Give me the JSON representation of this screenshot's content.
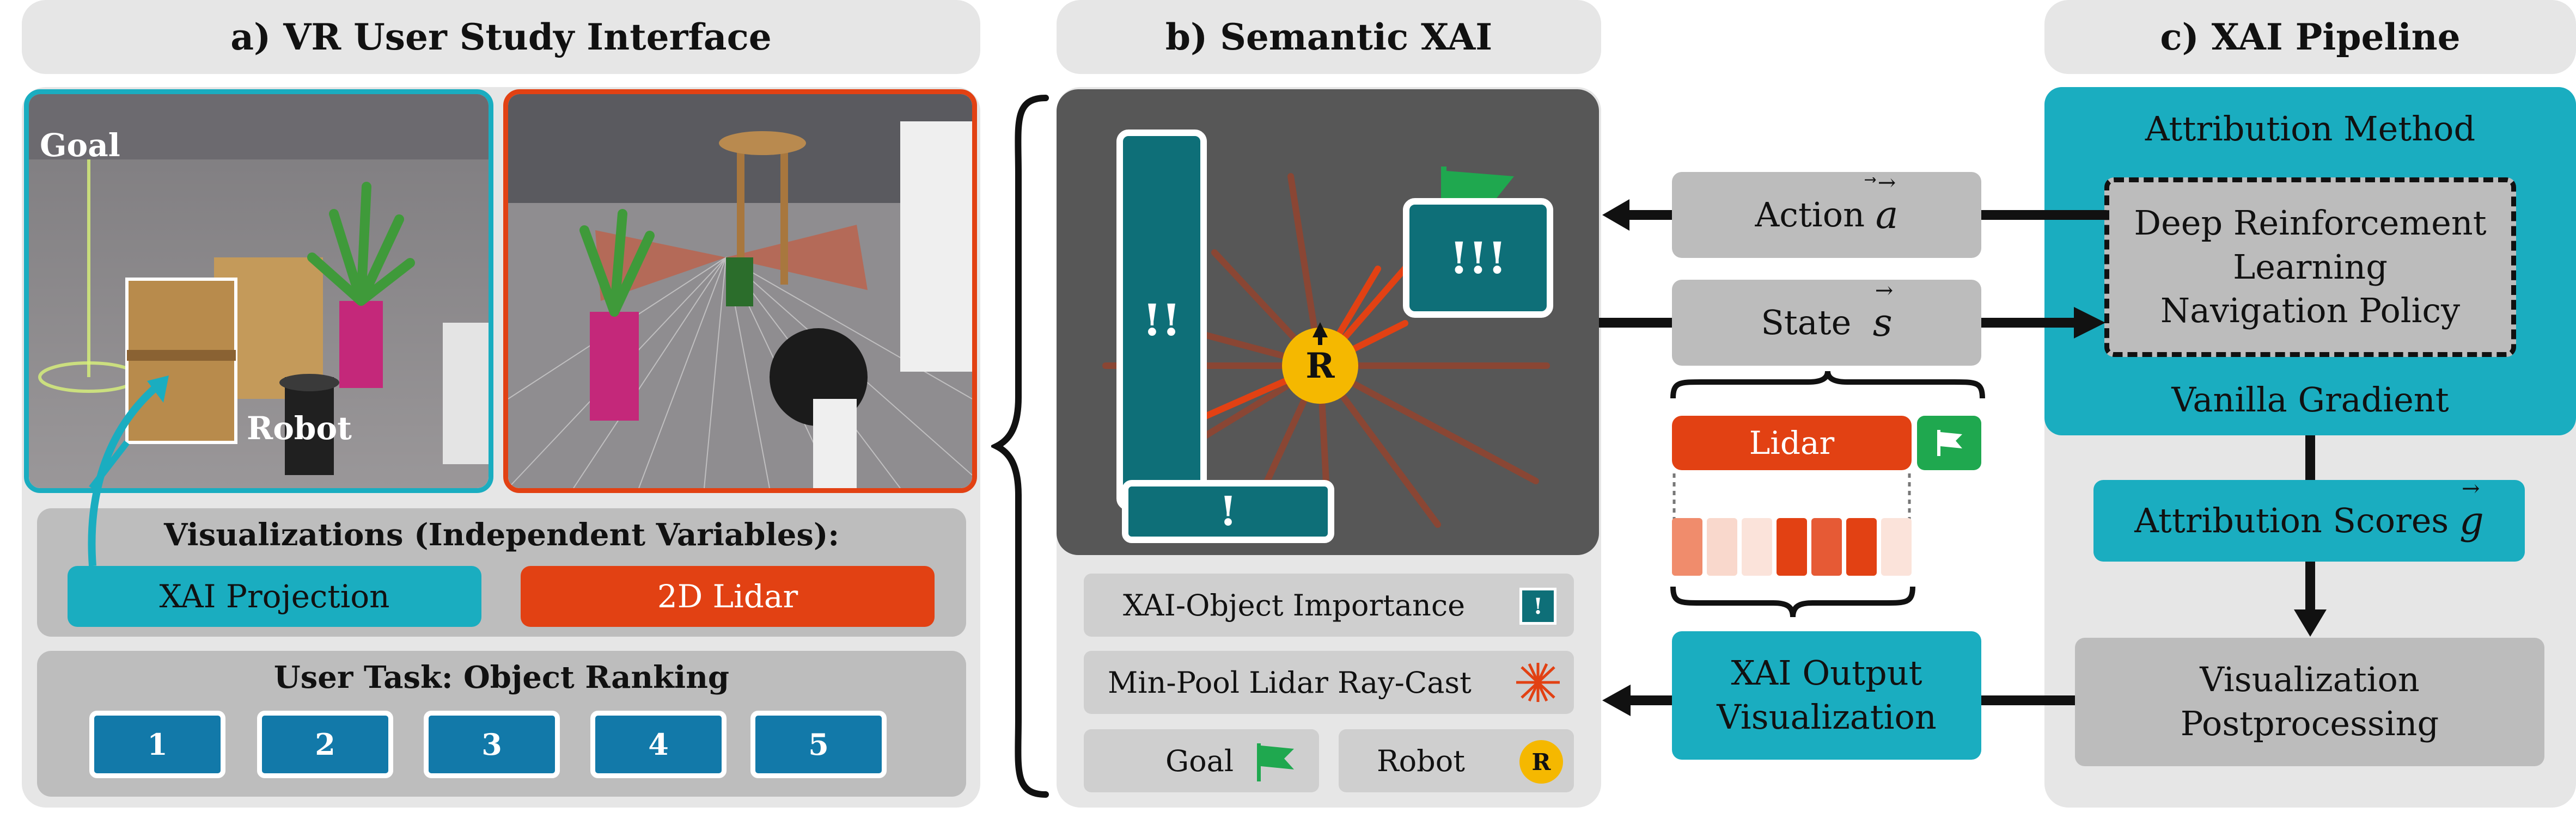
{
  "panels": {
    "a_title": "a) VR User Study Interface",
    "b_title": "b) Semantic XAI",
    "c_title": "c) XAI Pipeline"
  },
  "vr": {
    "goal_label": "Goal",
    "robot_label": "Robot",
    "vis_heading": "Visualizations (Independent Variables):",
    "xai_projection": "XAI Projection",
    "lidar_2d": "2D Lidar",
    "task_heading": "User Task: Object Ranking",
    "ranks": [
      "1",
      "2",
      "3",
      "4",
      "5"
    ]
  },
  "semantic": {
    "importance_high": "!!!",
    "importance_mid": "!!",
    "importance_low": "!",
    "robot_glyph": "R",
    "legend": {
      "object_importance": "XAI-Object Importance",
      "object_importance_icon": "!",
      "min_pool": "Min-Pool Lidar Ray-Cast",
      "goal": "Goal",
      "robot": "Robot",
      "robot_icon": "R"
    }
  },
  "middle": {
    "action_label": "Action",
    "action_symbol": "a",
    "state_label": "State",
    "state_symbol": "s",
    "lidar_label": "Lidar",
    "output_line1": "XAI Output",
    "output_line2": "Visualization",
    "lidar_cells": [
      "#f08c6c",
      "#f9d8cc",
      "#fbe3da",
      "#e24113",
      "#e65a35",
      "#e24113",
      "#fbe3da"
    ]
  },
  "pipeline": {
    "attribution_method": "Attribution Method",
    "policy_line1": "Deep Reinforcement",
    "policy_line2": "Learning",
    "policy_line3": "Navigation Policy",
    "vanilla_gradient": "Vanilla Gradient",
    "scores_label": "Attribution Scores",
    "scores_symbol": "g",
    "postproc_line1": "Visualization",
    "postproc_line2": "Postprocessing"
  },
  "colors": {
    "teal": "#1aadc0",
    "orange": "#e24113",
    "dark_teal": "#0e6f78",
    "rank_blue": "#1279a9",
    "goal_green": "#1fa84f",
    "robot_yellow": "#f5b800"
  }
}
